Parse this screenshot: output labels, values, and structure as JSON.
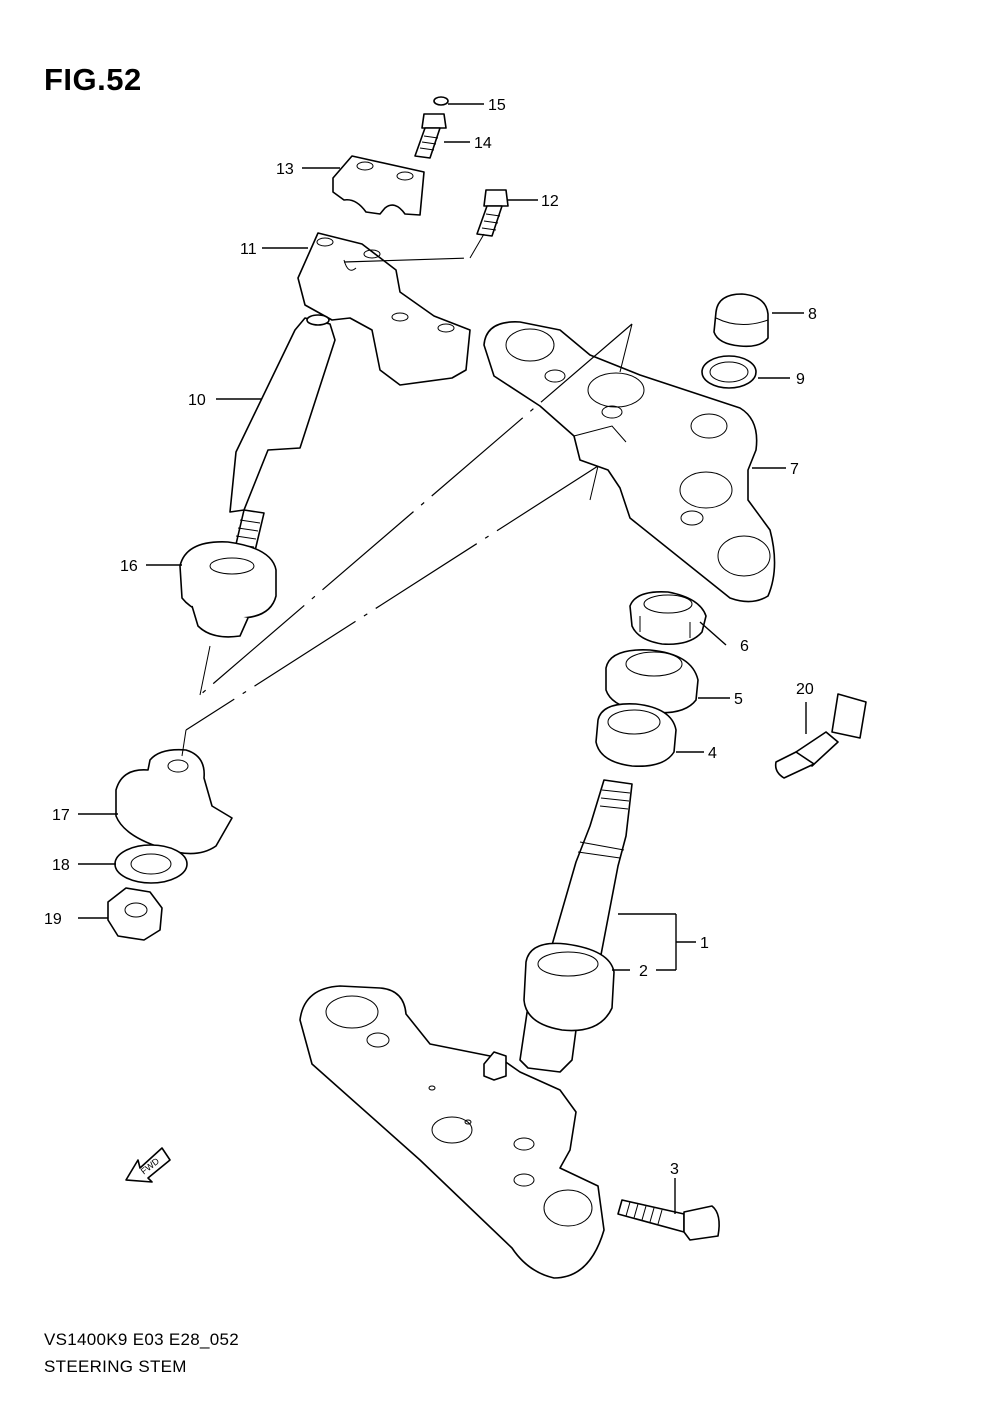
{
  "figure": {
    "title": "FIG.52",
    "model_code": "VS1400K9 E03 E28_052",
    "subtitle": "STEERING STEM",
    "fwd_label": "FWD"
  },
  "callouts": [
    "1",
    "2",
    "3",
    "4",
    "5",
    "6",
    "7",
    "8",
    "9",
    "10",
    "11",
    "12",
    "13",
    "14",
    "15",
    "16",
    "17",
    "18",
    "19",
    "20"
  ]
}
